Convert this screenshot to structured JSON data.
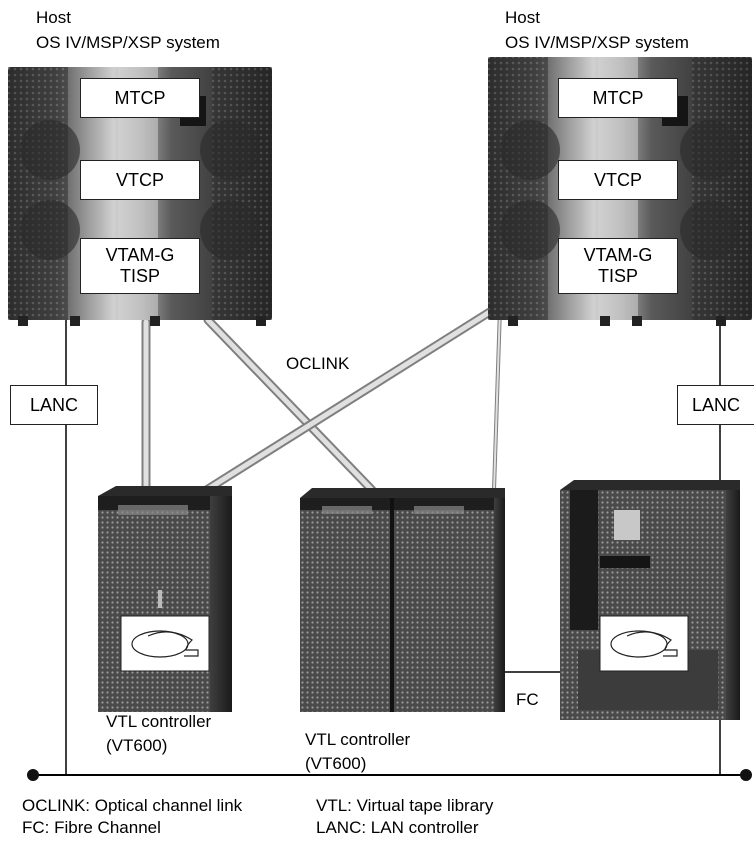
{
  "hosts": [
    {
      "title": "Host",
      "subtitle": "OS IV/MSP/XSP system",
      "modules": [
        "MTCP",
        "VTCP",
        "VTAM-G",
        "TISP"
      ]
    },
    {
      "title": "Host",
      "subtitle": "OS IV/MSP/XSP system",
      "modules": [
        "MTCP",
        "VTCP",
        "VTAM-G",
        "TISP"
      ]
    }
  ],
  "links": {
    "oclink": "OCLINK",
    "lanc_left": "LANC",
    "lanc_right": "LANC",
    "fc": "FC"
  },
  "controllers": [
    {
      "line1": "VTL controller",
      "line2": "(VT600)"
    },
    {
      "line1": "VTL controller",
      "line2": "(VT600)"
    }
  ],
  "legend": {
    "oclink": "OCLINK: Optical channel link",
    "fc": "FC: Fibre Channel",
    "vtl": "VTL: Virtual tape library",
    "lanc": "LANC: LAN controller"
  },
  "colors": {
    "cabinet_dark": "#3a3a3a",
    "cabinet_mid": "#6e6e6e",
    "cabinet_light": "#b9b9b9",
    "cable": "#c8c8c8"
  }
}
